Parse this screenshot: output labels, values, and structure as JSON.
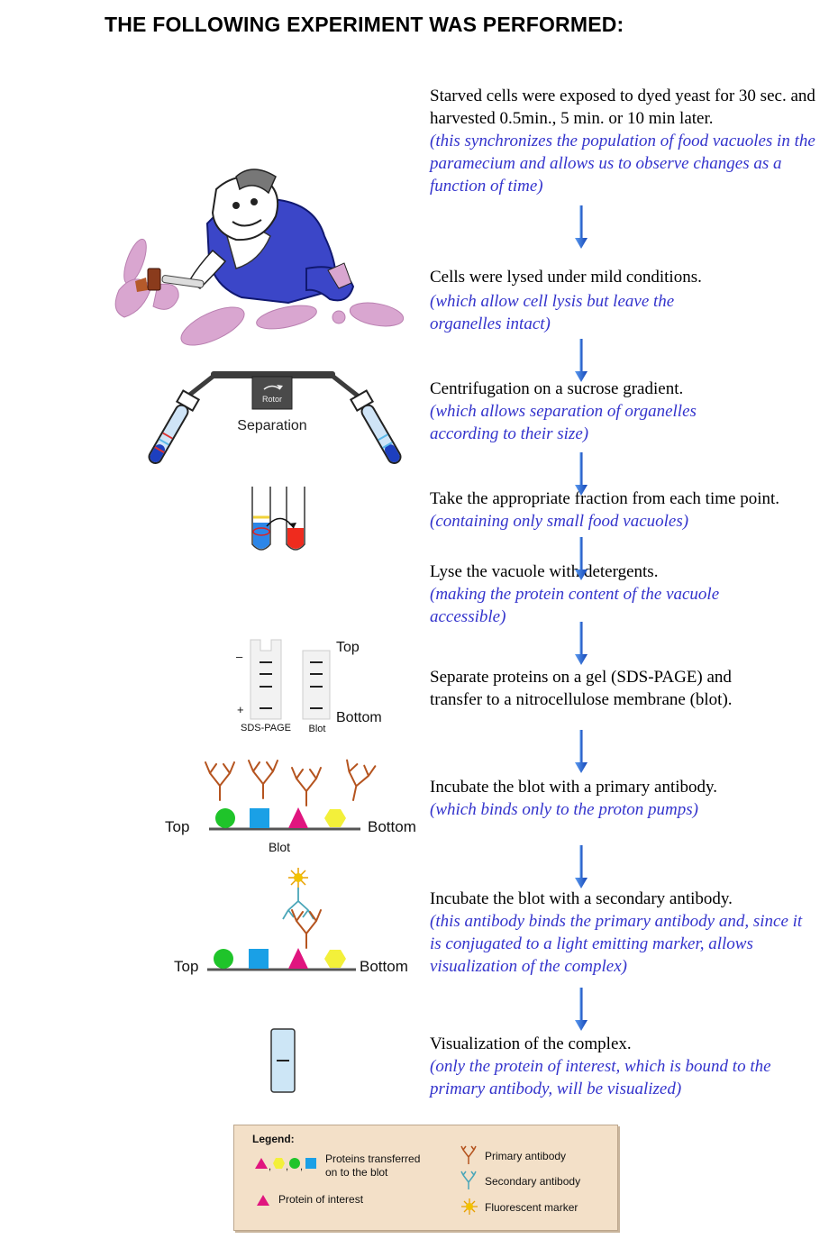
{
  "title": "THE FOLLOWING EXPERIMENT  WAS PERFORMED:",
  "steps": [
    {
      "main": "Starved cells were exposed to dyed yeast for 30 sec. and harvested 0.5min., 5 min. or 10 min later.",
      "note": "(this synchronizes the population of food vacuoles in the paramecium and allows us to observe changes as a function of time)"
    },
    {
      "main": "Cells were lysed under mild conditions.",
      "note": "(which allow cell lysis but leave the organelles intact)"
    },
    {
      "main": "Centrifugation on a sucrose gradient.",
      "note": "(which allows separation of organelles according to their size)"
    },
    {
      "main": "Take the appropriate fraction from each time point.",
      "note": "(containing only small food vacuoles)"
    },
    {
      "main": "Lyse the vacuole with detergents.",
      "note": "(making the protein content of the vacuole accessible)"
    },
    {
      "main": "Separate proteins on a gel (SDS-PAGE) and transfer to a nitrocellulose membrane (blot).",
      "note": ""
    },
    {
      "main": "Incubate the blot with a primary antibody.",
      "note": "(which binds only to the proton pumps)"
    },
    {
      "main": "Incubate the blot with a secondary antibody.",
      "note": "(this antibody binds the primary antibody and, since it is conjugated to a light emitting marker, allows visualization of the complex)"
    },
    {
      "main": "Visualization of the complex.",
      "note": "(only the protein of interest, which is bound to the primary antibody, will be visualized)"
    }
  ],
  "labels": {
    "rotor": "Rotor",
    "separation": "Separation",
    "gel_minus": "–",
    "gel_plus": "+",
    "gel_top": "Top",
    "gel_bottom": "Bottom",
    "sds_page": "SDS-PAGE",
    "blot_small": "Blot",
    "blot1_top": "Top",
    "blot1_bottom": "Bottom",
    "blot1_label": "Blot",
    "blot2_top": "Top",
    "blot2_bottom": "Bottom"
  },
  "legend": {
    "title": "Legend:",
    "proteins_transferred": "Proteins transferred on to the blot",
    "protein_of_interest": "Protein of  interest",
    "primary_antibody": "Primary antibody",
    "secondary_antibody": "Secondary antibody",
    "fluorescent_marker": "Fluorescent marker"
  },
  "colors": {
    "note_text": "#3333cc",
    "arrow": "#1a5fd6",
    "primary_antibody": "#b5541f",
    "secondary_antibody": "#4aa6b8",
    "marker": "#f2c200",
    "green_protein": "#1fc42a",
    "blue_protein": "#1aa0e6",
    "magenta_protein": "#e0157f",
    "yellow_protein": "#f3f03a"
  }
}
